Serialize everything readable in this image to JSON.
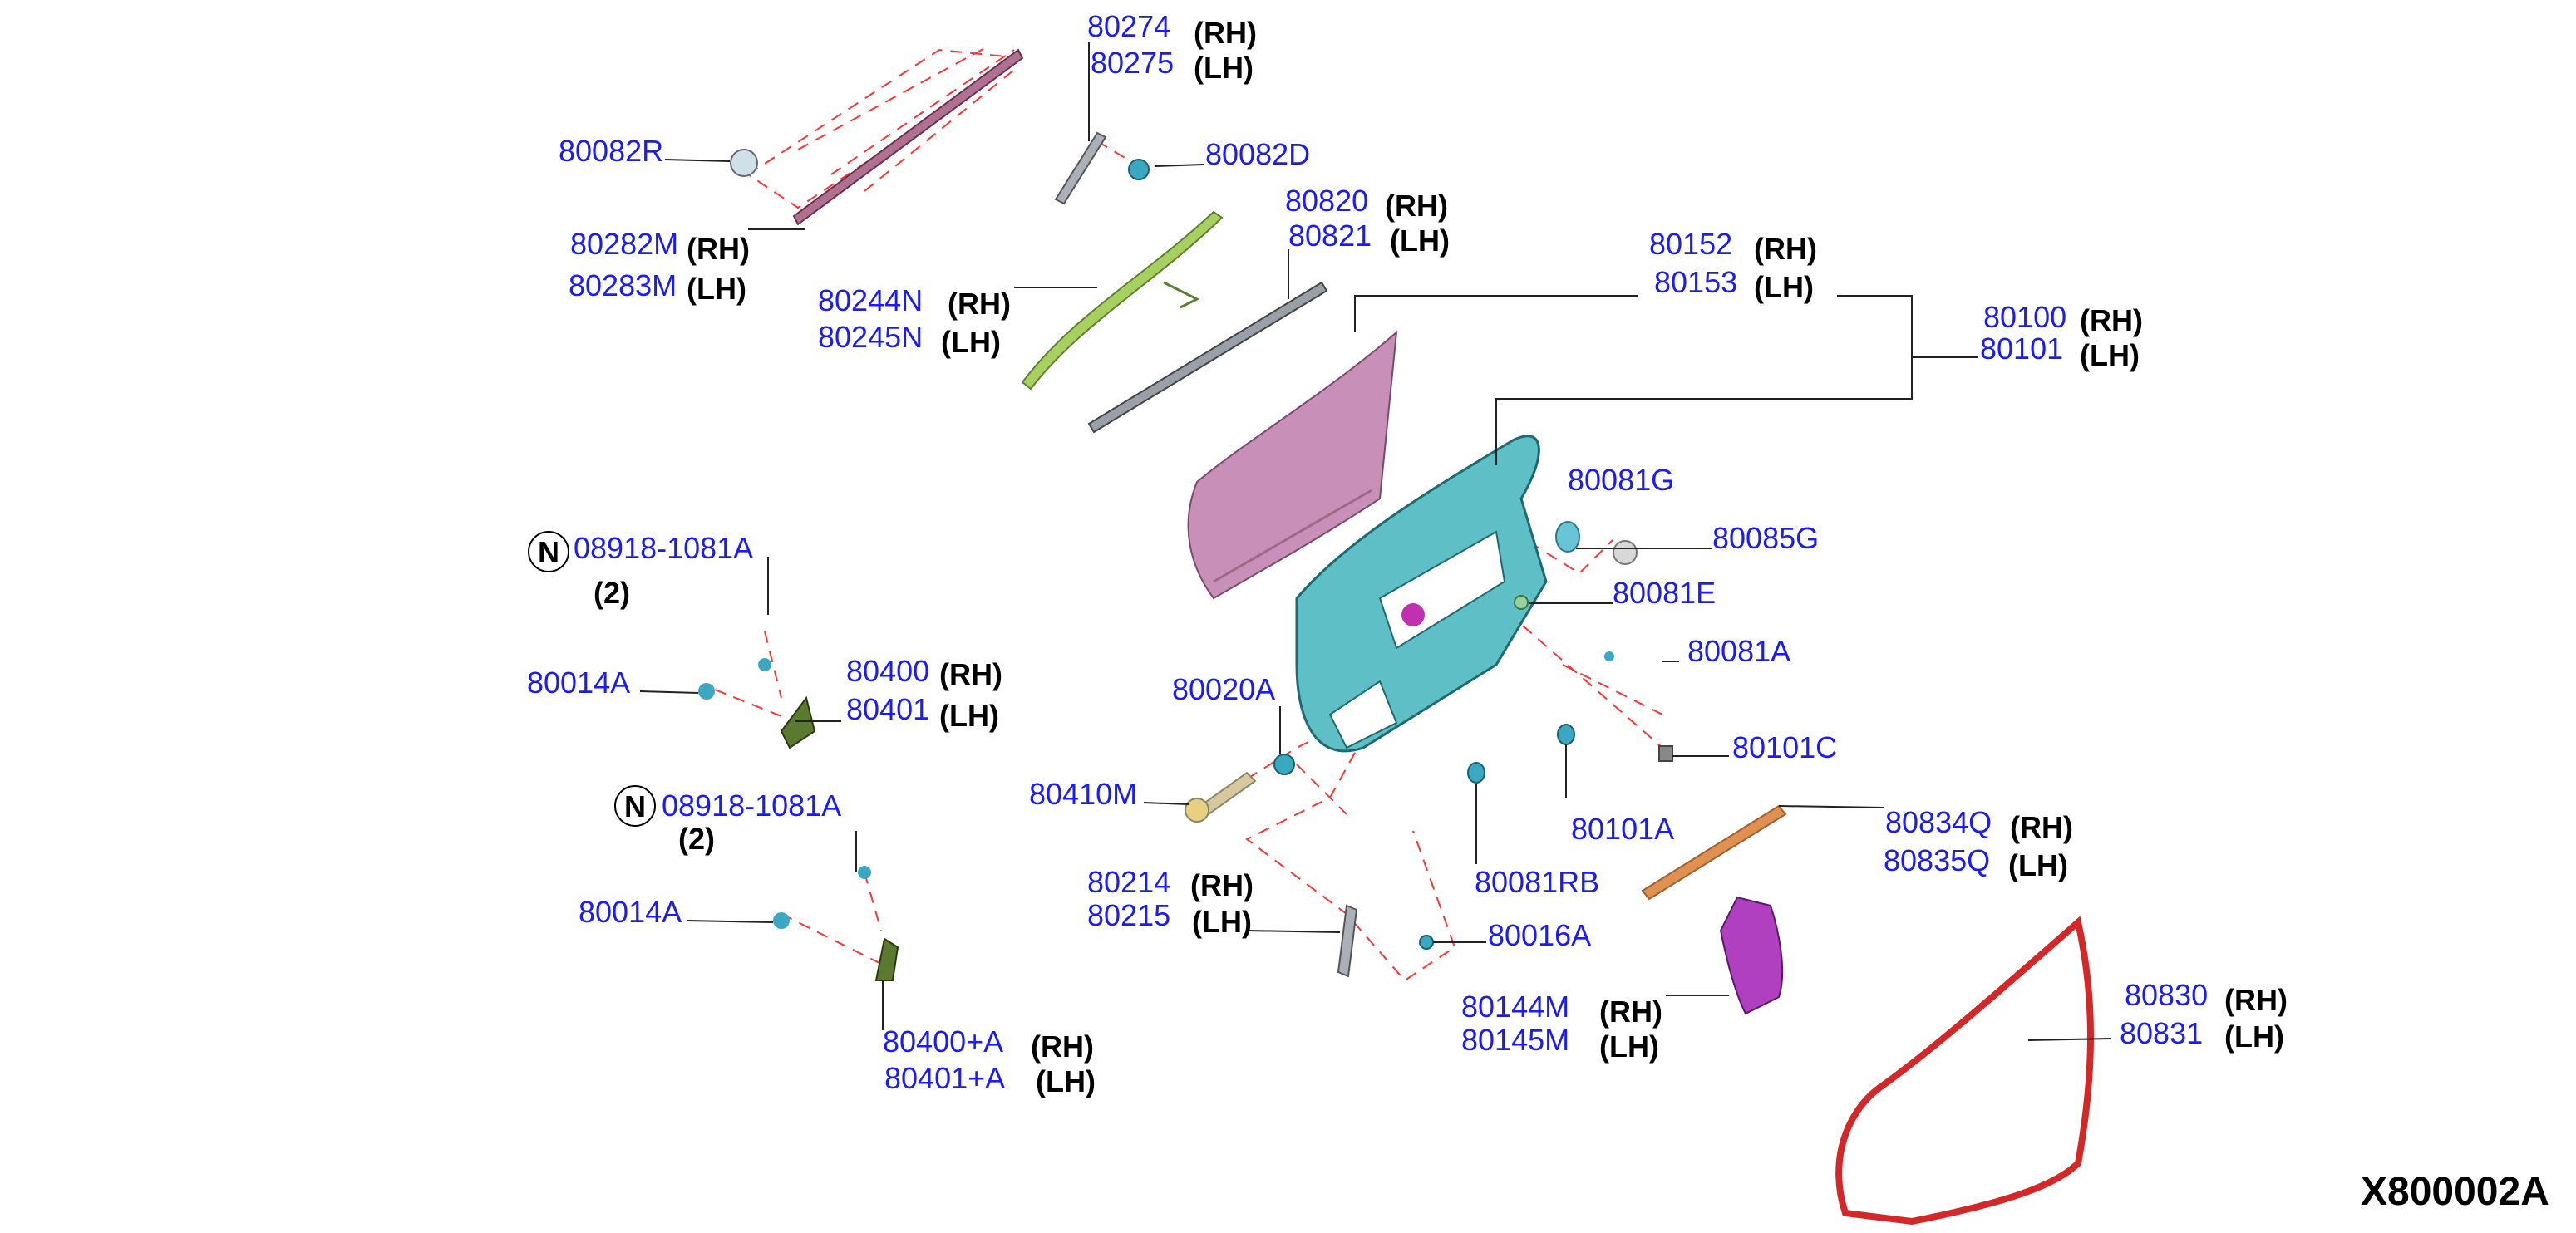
{
  "labels": {
    "p80274": "80274",
    "p80275": "80275",
    "p80082R": "80082R",
    "p80082D": "80082D",
    "p80282M": "80282M",
    "p80283M": "80283M",
    "p80820": "80820",
    "p80821": "80821",
    "p80244N": "80244N",
    "p80245N": "80245N",
    "p80152": "80152",
    "p80153": "80153",
    "p80100": "80100",
    "p80101": "80101",
    "p08918a": "08918-1081A",
    "p08918b": "08918-1081A",
    "p80014Aa": "80014A",
    "p80014Ab": "80014A",
    "p80400": "80400",
    "p80401": "80401",
    "p80400A": "80400+A",
    "p80401A": "80401+A",
    "p80020A": "80020A",
    "p80410M": "80410M",
    "p80214": "80214",
    "p80215": "80215",
    "p80081G": "80081G",
    "p80085G": "80085G",
    "p80081E": "80081E",
    "p80081A": "80081A",
    "p80101C": "80101C",
    "p80101A": "80101A",
    "p80081RB": "80081RB",
    "p80016A": "80016A",
    "p80834Q": "80834Q",
    "p80835Q": "80835Q",
    "p80144M": "80144M",
    "p80145M": "80145M",
    "p80830": "80830",
    "p80831": "80831"
  },
  "sides": {
    "rh": "(RH)",
    "lh": "(LH)"
  },
  "qty": {
    "two": "(2)"
  },
  "circle_n": "N",
  "reference": "X800002A",
  "colors": {
    "part_number": "#1a1aff",
    "door_panel": "#c890b8",
    "door_frame": "#2a9aa0",
    "weatherstrip": "#d42828",
    "leader_dash": "#ff3333",
    "hinge": "#5a7a30",
    "trim_strip": "#e09050",
    "green_channel": "#a8d060",
    "magenta_part": "#b040c0"
  }
}
